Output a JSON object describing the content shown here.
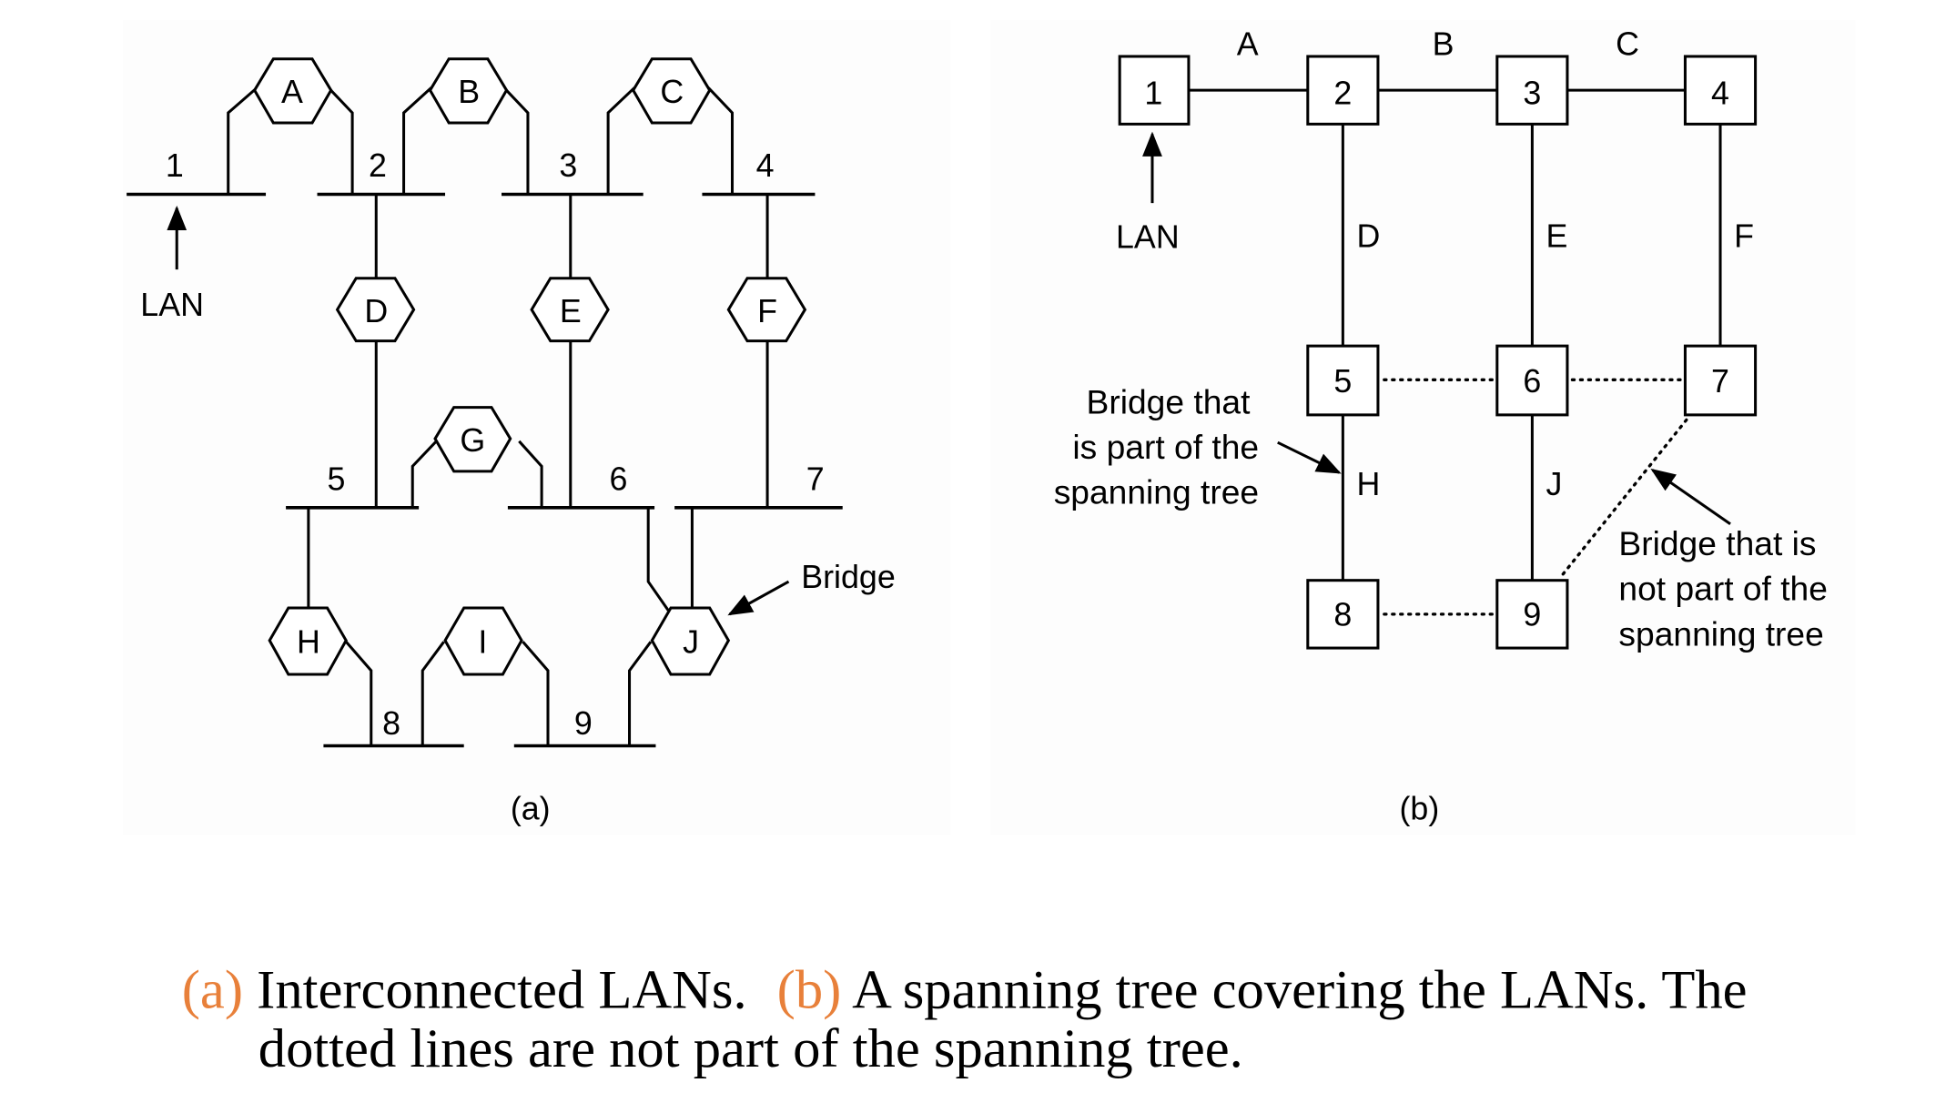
{
  "figure": {
    "panel_a": {
      "label": "(a)",
      "lan_pointer_label": "LAN",
      "bridge_pointer_label": "Bridge",
      "lans": [
        "1",
        "2",
        "3",
        "4",
        "5",
        "6",
        "7",
        "8",
        "9"
      ],
      "bridges": [
        "A",
        "B",
        "C",
        "D",
        "E",
        "F",
        "G",
        "H",
        "I",
        "J"
      ]
    },
    "panel_b": {
      "label": "(b)",
      "lan_pointer_label": "LAN",
      "nodes": [
        "1",
        "2",
        "3",
        "4",
        "5",
        "6",
        "7",
        "8",
        "9"
      ],
      "tree_edges": [
        {
          "bridge": "A",
          "from": "1",
          "to": "2"
        },
        {
          "bridge": "B",
          "from": "2",
          "to": "3"
        },
        {
          "bridge": "C",
          "from": "3",
          "to": "4"
        },
        {
          "bridge": "D",
          "from": "2",
          "to": "5"
        },
        {
          "bridge": "E",
          "from": "3",
          "to": "6"
        },
        {
          "bridge": "F",
          "from": "4",
          "to": "7"
        },
        {
          "bridge": "H",
          "from": "5",
          "to": "8"
        },
        {
          "bridge": "J",
          "from": "6",
          "to": "9"
        }
      ],
      "non_tree_edges": [
        {
          "from": "5",
          "to": "6"
        },
        {
          "from": "6",
          "to": "7"
        },
        {
          "from": "8",
          "to": "9"
        },
        {
          "from": "7",
          "to": "9"
        }
      ],
      "edge_labels": {
        "A": "A",
        "B": "B",
        "C": "C",
        "D": "D",
        "E": "E",
        "F": "F",
        "H": "H",
        "J": "J"
      },
      "note_in_tree": [
        "Bridge that",
        "is part of the",
        "spanning  tree"
      ],
      "note_not_in_tree": [
        "Bridge that is",
        "not part of the",
        "spanning tree"
      ]
    }
  },
  "caption": {
    "a_marker": "(a)",
    "a_text": " Interconnected LANs.",
    "b_marker": "(b)",
    "b_text": " A spanning tree covering the LANs. The",
    "line2": "dotted lines are not part of the spanning tree.",
    "accent_color": "#e8803a"
  }
}
